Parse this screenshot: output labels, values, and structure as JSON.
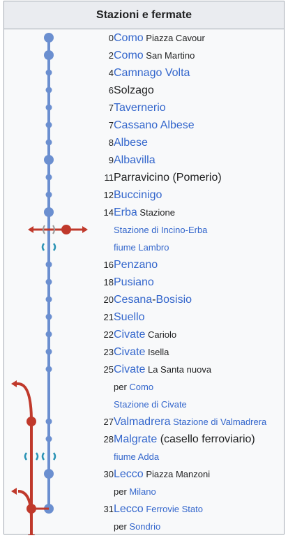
{
  "header": {
    "title": "Stazioni e fermate"
  },
  "rows": [
    {
      "km": "0",
      "style": "big",
      "parts": [
        {
          "t": "Como",
          "link": true,
          "size": "big"
        },
        {
          "t": " Piazza Cavour",
          "link": false,
          "size": "small"
        }
      ]
    },
    {
      "km": "2",
      "style": "big",
      "parts": [
        {
          "t": "Como",
          "link": true,
          "size": "big"
        },
        {
          "t": " San Martino",
          "link": false,
          "size": "small"
        }
      ]
    },
    {
      "km": "4",
      "style": "small",
      "parts": [
        {
          "t": "Camnago Volta",
          "link": true,
          "size": "big"
        }
      ]
    },
    {
      "km": "6",
      "style": "small",
      "parts": [
        {
          "t": "Solzago",
          "link": false,
          "size": "big"
        }
      ]
    },
    {
      "km": "7",
      "style": "small",
      "parts": [
        {
          "t": "Tavernerio",
          "link": true,
          "size": "big"
        }
      ]
    },
    {
      "km": "7",
      "style": "small",
      "parts": [
        {
          "t": "Cassano Albese",
          "link": true,
          "size": "big"
        }
      ]
    },
    {
      "km": "8",
      "style": "small",
      "parts": [
        {
          "t": "Albese",
          "link": true,
          "size": "big"
        }
      ]
    },
    {
      "km": "9",
      "style": "big",
      "parts": [
        {
          "t": "Albavilla",
          "link": true,
          "size": "big"
        }
      ]
    },
    {
      "km": "11",
      "style": "small",
      "parts": [
        {
          "t": "Parravicino (Pomerio)",
          "link": false,
          "size": "big"
        }
      ]
    },
    {
      "km": "12",
      "style": "small",
      "parts": [
        {
          "t": "Buccinigo",
          "link": true,
          "size": "big"
        }
      ]
    },
    {
      "km": "14",
      "style": "big",
      "parts": [
        {
          "t": "Erba",
          "link": true,
          "size": "big"
        },
        {
          "t": " Stazione",
          "link": false,
          "size": "small"
        }
      ]
    },
    {
      "km": "",
      "style": "cross",
      "parts": [
        {
          "t": "Stazione di Incino-Erba",
          "link": true,
          "size": "small"
        }
      ]
    },
    {
      "km": "",
      "style": "bridge",
      "parts": [
        {
          "t": "fiume Lambro",
          "link": true,
          "size": "small"
        }
      ]
    },
    {
      "km": "16",
      "style": "small",
      "parts": [
        {
          "t": "Penzano",
          "link": true,
          "size": "big"
        }
      ]
    },
    {
      "km": "18",
      "style": "small",
      "parts": [
        {
          "t": "Pusiano",
          "link": true,
          "size": "big"
        }
      ]
    },
    {
      "km": "20",
      "style": "small",
      "parts": [
        {
          "t": "Cesana",
          "link": true,
          "size": "big"
        },
        {
          "t": "-",
          "link": false,
          "size": "big"
        },
        {
          "t": "Bosisio",
          "link": true,
          "size": "big"
        }
      ]
    },
    {
      "km": "21",
      "style": "small",
      "parts": [
        {
          "t": "Suello",
          "link": true,
          "size": "big"
        }
      ]
    },
    {
      "km": "22",
      "style": "small",
      "parts": [
        {
          "t": "Civate",
          "link": true,
          "size": "big"
        },
        {
          "t": " Cariolo",
          "link": false,
          "size": "small"
        }
      ]
    },
    {
      "km": "23",
      "style": "small",
      "parts": [
        {
          "t": "Civate",
          "link": true,
          "size": "big"
        },
        {
          "t": " Isella",
          "link": false,
          "size": "small"
        }
      ]
    },
    {
      "km": "25",
      "style": "small",
      "parts": [
        {
          "t": "Civate",
          "link": true,
          "size": "big"
        },
        {
          "t": " La Santa nuova",
          "link": false,
          "size": "small"
        }
      ]
    },
    {
      "km": "",
      "style": "line",
      "parts": [
        {
          "t": "per ",
          "link": false,
          "size": "small"
        },
        {
          "t": "Como",
          "link": true,
          "size": "small"
        }
      ]
    },
    {
      "km": "",
      "style": "line",
      "parts": [
        {
          "t": "Stazione di Civate",
          "link": true,
          "size": "small"
        }
      ]
    },
    {
      "km": "27",
      "style": "small",
      "parts": [
        {
          "t": "Valmadrera",
          "link": true,
          "size": "big"
        },
        {
          "t": " Stazione di Valmadrera",
          "link": true,
          "size": "small"
        }
      ]
    },
    {
      "km": "28",
      "style": "small",
      "parts": [
        {
          "t": "Malgrate",
          "link": true,
          "size": "big"
        },
        {
          "t": " (casello ferroviario)",
          "link": false,
          "size": "big"
        }
      ]
    },
    {
      "km": "",
      "style": "bridge2",
      "parts": [
        {
          "t": "fiume Adda",
          "link": true,
          "size": "small"
        }
      ]
    },
    {
      "km": "30",
      "style": "big",
      "parts": [
        {
          "t": "Lecco",
          "link": true,
          "size": "big"
        },
        {
          "t": " Piazza Manzoni",
          "link": false,
          "size": "small"
        }
      ]
    },
    {
      "km": "",
      "style": "line",
      "parts": [
        {
          "t": "per ",
          "link": false,
          "size": "small"
        },
        {
          "t": "Milano",
          "link": true,
          "size": "small"
        }
      ]
    },
    {
      "km": "31",
      "style": "big",
      "parts": [
        {
          "t": "Lecco",
          "link": true,
          "size": "big"
        },
        {
          "t": " Ferrovie Stato",
          "link": true,
          "size": "small"
        }
      ]
    },
    {
      "km": "",
      "style": "line",
      "parts": [
        {
          "t": "per ",
          "link": false,
          "size": "small"
        },
        {
          "t": "Sondrio",
          "link": true,
          "size": "small"
        }
      ]
    }
  ],
  "colors": {
    "line_blue": "#6b8fd0",
    "line_red": "#c0392b",
    "link": "#3366cc",
    "text": "#202122",
    "bridge_teal": "#2a93b5"
  }
}
